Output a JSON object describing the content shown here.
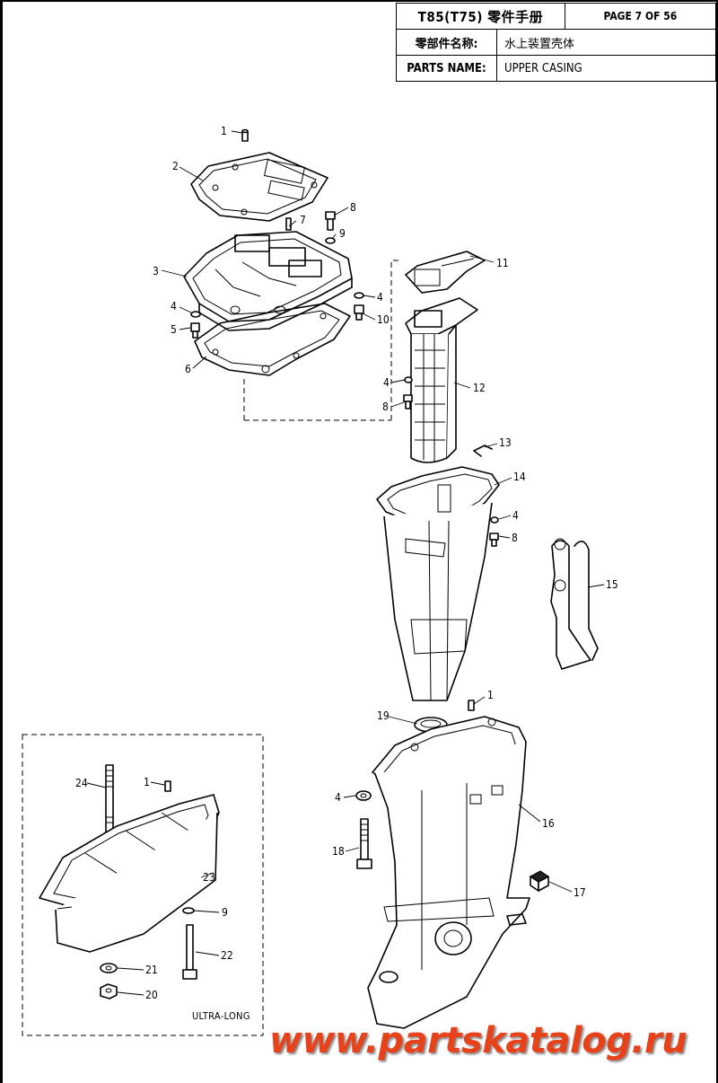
{
  "header": {
    "model": "T85(T75) 零件手册",
    "page": "PAGE 7 OF 56",
    "cn_label": "零部件名称:",
    "cn_value": "水上装置壳体",
    "en_label": "PARTS NAME:",
    "en_value": "UPPER CASING"
  },
  "callouts": [
    "1",
    "2",
    "3",
    "4",
    "5",
    "6",
    "7",
    "8",
    "9",
    "10",
    "11",
    "12",
    "13",
    "14",
    "15",
    "16",
    "17",
    "18",
    "19",
    "20",
    "21",
    "22",
    "23",
    "24"
  ],
  "ultra_long_label": "ULTRA-LONG",
  "watermark": "www.partskatalog.ru",
  "colors": {
    "watermark": "#e8421b",
    "line": "#000000"
  }
}
